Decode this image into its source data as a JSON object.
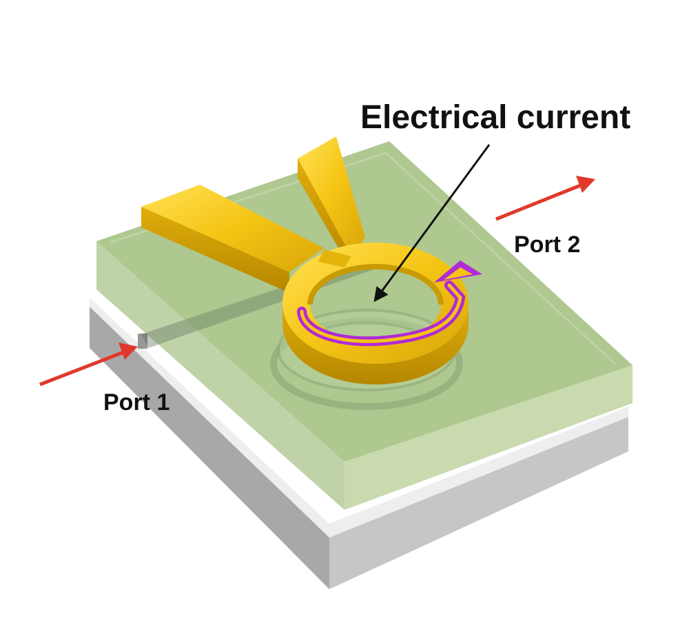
{
  "annotations": {
    "current_label": "Electrical current",
    "port1_label": "Port 1",
    "port2_label": "Port 2"
  },
  "colors": {
    "substrate_top": "#e2e2e2",
    "substrate_side_left": "#a9a9a9",
    "substrate_side_front": "#c4c4c4",
    "cladding": "#a9c48a",
    "electrode_gold": "#f5c414",
    "electrode_gold_dark": "#c79a06",
    "current_arrow": "#b02ad8",
    "port_arrow": "#e0392b",
    "pointer": "#111111"
  },
  "icons": {
    "port1_arrow": "red-arrow-right-icon",
    "port2_arrow": "red-arrow-right-icon",
    "current_arrow": "circular-arrow-icon"
  }
}
